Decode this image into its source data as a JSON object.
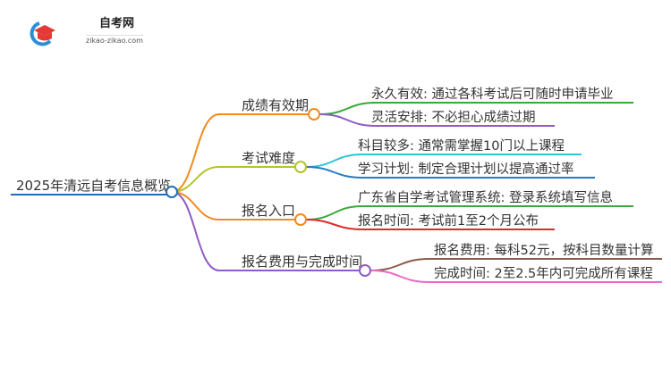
{
  "logo": {
    "title": "自考网",
    "url": "zikao-zikao.com"
  },
  "root": {
    "label": "2025年清远自考信息概览",
    "color": "#1f6fb8"
  },
  "branches": [
    {
      "label": "成绩有效期",
      "color": "#f28a1e",
      "children": [
        {
          "label": "永久有效: 通过各科考试后可随时申请毕业",
          "color": "#3aa83a"
        },
        {
          "label": "灵活安排: 不必担心成绩过期",
          "color": "#8e5cc8"
        }
      ]
    },
    {
      "label": "考试难度",
      "color": "#b5c42a",
      "children": [
        {
          "label": "科目较多: 通常需掌握10门以上课程",
          "color": "#2ec4d8"
        },
        {
          "label": "学习计划: 制定合理计划以提高通过率",
          "color": "#2a7bc0"
        }
      ]
    },
    {
      "label": "报名入口",
      "color": "#f28a1e",
      "children": [
        {
          "label": "广东省自学考试管理系统: 登录系统填写信息",
          "color": "#3aa83a"
        },
        {
          "label": "报名时间: 考试前1至2个月公布",
          "color": "#e02a2a"
        }
      ]
    },
    {
      "label": "报名费用与完成时间",
      "color": "#8e5cc8",
      "children": [
        {
          "label": "报名费用: 每科52元，按科目数量计算",
          "color": "#8b5a4a"
        },
        {
          "label": "完成时间: 2至2.5年内可完成所有课程",
          "color": "#e86ac8"
        }
      ]
    }
  ]
}
